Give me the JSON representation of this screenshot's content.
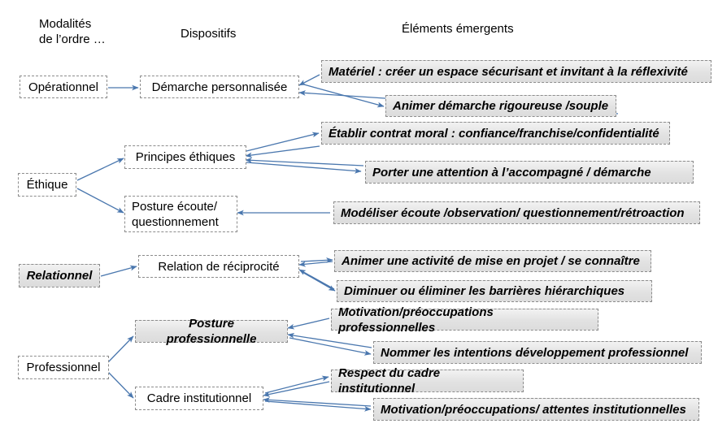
{
  "diagram": {
    "type": "flow-tree",
    "title": "",
    "arrow_color": "#4a77ae",
    "box_border_color": "#8c8c8c",
    "box_fill_gray": "#e6e6e6",
    "box_fill_white": "#ffffff"
  },
  "headers": [
    {
      "id": "header-modalites",
      "label": "Modalités\nde l’ordre …"
    },
    {
      "id": "header-dispositifs",
      "label": "Dispositifs"
    },
    {
      "id": "header-elements",
      "label": "Éléments émergents"
    }
  ],
  "column1": [
    {
      "id": "operationnel",
      "label": "Opérationnel",
      "filled": false,
      "italic": false
    },
    {
      "id": "ethique",
      "label": "Éthique",
      "filled": false,
      "italic": false
    },
    {
      "id": "relationnel",
      "label": "Relationnel",
      "filled": true,
      "italic": true
    },
    {
      "id": "professionnel",
      "label": "Professionnel",
      "filled": false,
      "italic": false
    }
  ],
  "column2": [
    {
      "id": "demarche-personnalisee",
      "label": "Démarche personnalisée",
      "filled": false,
      "italic": false
    },
    {
      "id": "principes-ethiques",
      "label": "Principes éthiques",
      "filled": false,
      "italic": false
    },
    {
      "id": "posture-ecoute",
      "label": "Posture écoute/\nquestionnement",
      "filled": false,
      "italic": false
    },
    {
      "id": "relation-reciprocite",
      "label": "Relation de réciprocité",
      "filled": false,
      "italic": false
    },
    {
      "id": "posture-professionnelle",
      "label": "Posture professionnelle",
      "filled": true,
      "italic": true
    },
    {
      "id": "cadre-institutionnel",
      "label": "Cadre institutionnel",
      "filled": false,
      "italic": false
    }
  ],
  "column3": [
    {
      "id": "materiel",
      "label": "Matériel : créer un espace sécurisant et invitant à la réflexivité",
      "filled": true,
      "italic": true
    },
    {
      "id": "animer-demarche",
      "label": "Animer démarche rigoureuse /souple",
      "filled": true,
      "italic": true
    },
    {
      "id": "etablir-contrat",
      "label": "Établir contrat moral : confiance/franchise/confidentialité",
      "filled": true,
      "italic": true
    },
    {
      "id": "porter-attention",
      "label": "Porter une attention à l’accompagné / démarche",
      "filled": true,
      "italic": true
    },
    {
      "id": "modeliser-ecoute",
      "label": "Modéliser écoute /observation/ questionnement/rétroaction",
      "filled": true,
      "italic": true
    },
    {
      "id": "animer-activite",
      "label": "Animer une activité de mise en projet / se connaître",
      "filled": true,
      "italic": true
    },
    {
      "id": "diminuer-barrieres",
      "label": "Diminuer ou éliminer les barrières hiérarchiques",
      "filled": true,
      "italic": true
    },
    {
      "id": "motivation-professionnelles",
      "label": "Motivation/préoccupations professionnelles",
      "filled": true,
      "italic": true
    },
    {
      "id": "nommer-intentions",
      "label": "Nommer les  intentions développement professionnel",
      "filled": true,
      "italic": true
    },
    {
      "id": "respect-cadre",
      "label": "Respect du cadre institutionnel",
      "filled": true,
      "italic": true
    },
    {
      "id": "motivation-institutionnelles",
      "label": "Motivation/préoccupations/ attentes institutionnelles",
      "filled": true,
      "italic": true
    }
  ],
  "edges": [
    {
      "from": "operationnel",
      "to": "demarche-personnalisee"
    },
    {
      "from": "materiel",
      "to": "demarche-personnalisee"
    },
    {
      "from": "demarche-personnalisee",
      "to": "animer-demarche"
    },
    {
      "from": "ethique",
      "to": "principes-ethiques"
    },
    {
      "from": "ethique",
      "to": "posture-ecoute"
    },
    {
      "from": "etablir-contrat",
      "to": "principes-ethiques"
    },
    {
      "from": "porter-attention",
      "to": "principes-ethiques"
    },
    {
      "from": "modeliser-ecoute",
      "to": "posture-ecoute"
    },
    {
      "from": "relationnel",
      "to": "relation-reciprocite"
    },
    {
      "from": "animer-activite",
      "to": "relation-reciprocite"
    },
    {
      "from": "diminuer-barrieres",
      "to": "relation-reciprocite"
    },
    {
      "from": "professionnel",
      "to": "posture-professionnelle"
    },
    {
      "from": "professionnel",
      "to": "cadre-institutionnel"
    },
    {
      "from": "motivation-professionnelles",
      "to": "posture-professionnelle"
    },
    {
      "from": "nommer-intentions",
      "to": "posture-professionnelle"
    },
    {
      "from": "respect-cadre",
      "to": "cadre-institutionnel"
    },
    {
      "from": "motivation-institutionnelles",
      "to": "cadre-institutionnel"
    }
  ]
}
